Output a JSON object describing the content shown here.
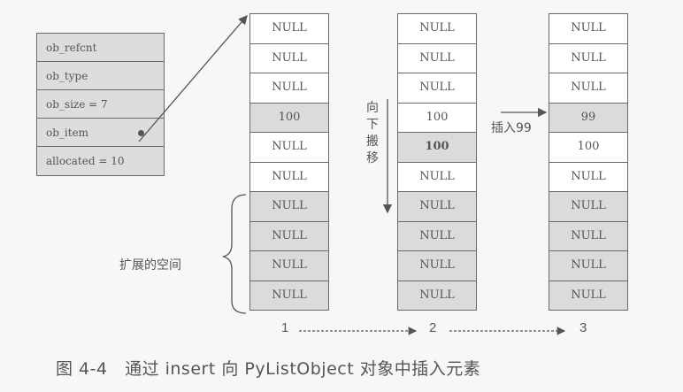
{
  "struct": {
    "fields": [
      "ob_refcnt",
      "ob_type",
      "ob_size = 7",
      "ob_item",
      "allocated = 10"
    ]
  },
  "columns": [
    {
      "step": "1",
      "cells": [
        {
          "value": "NULL",
          "shaded": false
        },
        {
          "value": "NULL",
          "shaded": false
        },
        {
          "value": "NULL",
          "shaded": false
        },
        {
          "value": "100",
          "shaded": true
        },
        {
          "value": "NULL",
          "shaded": false
        },
        {
          "value": "NULL",
          "shaded": false
        },
        {
          "value": "NULL",
          "shaded": true
        },
        {
          "value": "NULL",
          "shaded": true
        },
        {
          "value": "NULL",
          "shaded": true
        },
        {
          "value": "NULL",
          "shaded": true
        }
      ]
    },
    {
      "step": "2",
      "cells": [
        {
          "value": "NULL",
          "shaded": false
        },
        {
          "value": "NULL",
          "shaded": false
        },
        {
          "value": "NULL",
          "shaded": false
        },
        {
          "value": "100",
          "shaded": false
        },
        {
          "value": "100",
          "shaded": true,
          "bold": true
        },
        {
          "value": "NULL",
          "shaded": false
        },
        {
          "value": "NULL",
          "shaded": true
        },
        {
          "value": "NULL",
          "shaded": true
        },
        {
          "value": "NULL",
          "shaded": true
        },
        {
          "value": "NULL",
          "shaded": true
        }
      ]
    },
    {
      "step": "3",
      "cells": [
        {
          "value": "NULL",
          "shaded": false
        },
        {
          "value": "NULL",
          "shaded": false
        },
        {
          "value": "NULL",
          "shaded": false
        },
        {
          "value": "99",
          "shaded": true
        },
        {
          "value": "100",
          "shaded": false
        },
        {
          "value": "NULL",
          "shaded": false
        },
        {
          "value": "NULL",
          "shaded": true
        },
        {
          "value": "NULL",
          "shaded": true
        },
        {
          "value": "NULL",
          "shaded": true
        },
        {
          "value": "NULL",
          "shaded": true
        }
      ]
    }
  ],
  "labels": {
    "expanded_space": "扩展的空间",
    "move_down": [
      "向",
      "下",
      "搬",
      "移"
    ],
    "insert_99": "插入99"
  },
  "caption": "图 4-4　通过 insert 向 PyListObject 对象中插入元素",
  "colors": {
    "shaded": "#dcdbd9",
    "border": "#6a6a6a",
    "background": "#f7f7f5"
  }
}
